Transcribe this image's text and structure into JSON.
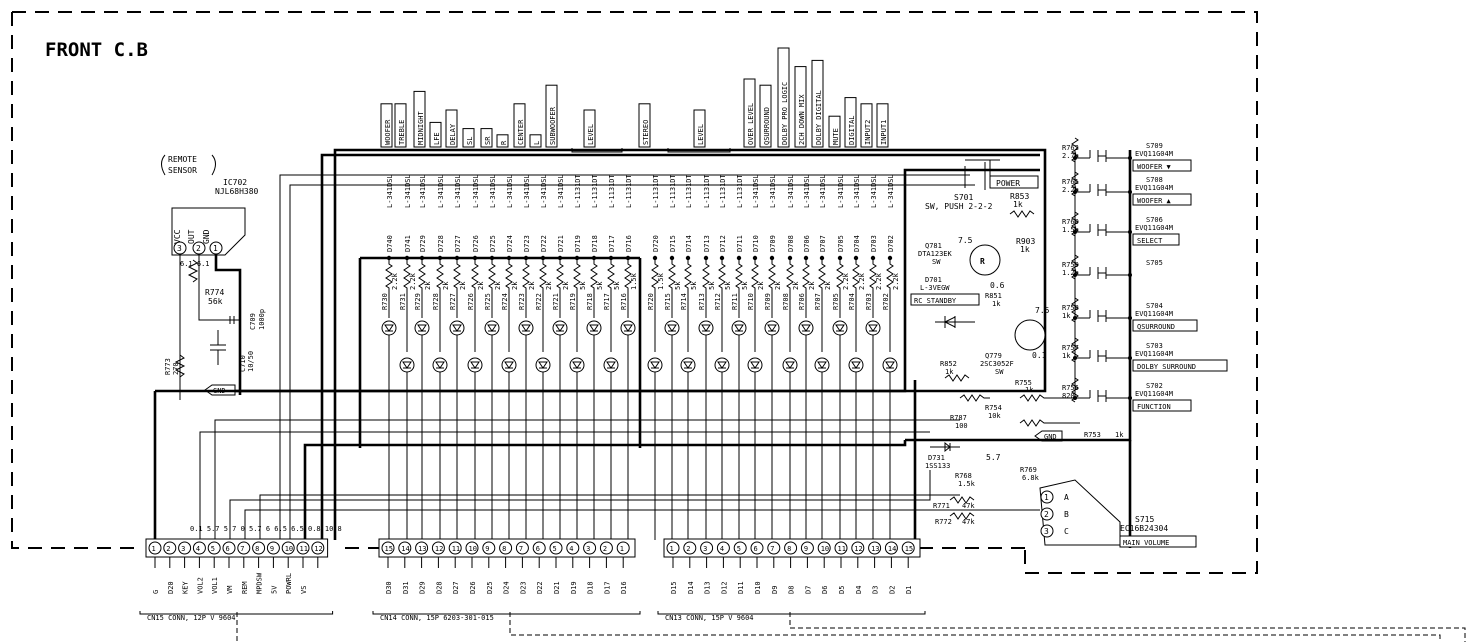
{
  "title": "FRONT   C.B",
  "remote_sensor": {
    "label_line1": "REMOTE",
    "label_line2": "SENSOR",
    "ic_ref": "IC702",
    "ic_part": "NJL68H380",
    "pins": [
      "VCC",
      "OUT",
      "GND"
    ],
    "pin_numbers": [
      "3",
      "2",
      "1"
    ],
    "pin_volts": "6.1 6.1"
  },
  "components": {
    "r774": {
      "ref": "R774",
      "value": "56k"
    },
    "c709": {
      "ref": "C709",
      "value": "1000p"
    },
    "c710": {
      "ref": "C710",
      "value": "10/50"
    },
    "r773": {
      "ref": "R773",
      "value": "270"
    },
    "r853": {
      "ref": "R853",
      "value": "1k"
    },
    "r903": {
      "ref": "R903",
      "value": "1k"
    },
    "r851": {
      "ref": "R851",
      "value": "1k"
    },
    "r852": {
      "ref": "R852",
      "value": "1k"
    },
    "r755": {
      "ref": "R755",
      "value": "1k"
    },
    "r787": {
      "ref": "R787",
      "value": "100"
    },
    "r754": {
      "ref": "R754",
      "value": "10k"
    },
    "r753": {
      "ref": "R753",
      "value": "1k"
    },
    "r768": {
      "ref": "R768",
      "value": "1.5k"
    },
    "r769": {
      "ref": "R769",
      "value": "6.8k"
    },
    "r771": {
      "ref": "R771",
      "value": "47k"
    },
    "r772": {
      "ref": "R772",
      "value": "47k"
    },
    "q781": {
      "ref": "Q781",
      "part": "DTA123EK",
      "note": "SW",
      "v_e": "7.5",
      "v_b": "0.6"
    },
    "q779": {
      "ref": "Q779",
      "part": "2SC3052F",
      "note": "SW",
      "v_c": "7.5",
      "v_e": "0.1"
    },
    "d701": {
      "ref": "D701",
      "part": "L-3VEGW"
    },
    "d731": {
      "ref": "D731",
      "part": "1SS133"
    },
    "s701": {
      "ref": "S701",
      "part": "SW, PUSH 2-2-2",
      "label": "POWER"
    },
    "rc_standby": "RC STANDBY",
    "v57": "5.7",
    "s715": {
      "ref": "S715",
      "part": "EC16B24304",
      "label": "MAIN VOLUME",
      "pins": [
        "A",
        "B",
        "C"
      ]
    }
  },
  "labels_top": [
    "WOOFER",
    "TREBLE",
    "MIDNIGHT",
    "LFE",
    "DELAY",
    "SL",
    "SR",
    "R",
    "CENTER",
    "L",
    "SUBWOOFER",
    "LEVEL",
    "STEREO",
    "LEVEL",
    "OVER LEVEL",
    "QSURROUND",
    "DOLBY PRO LOGIC",
    "2CH DOWN MIX",
    "DOLBY DIGITAL",
    "MUTE",
    "DIGITAL",
    "INPUT2",
    "INPUT1"
  ],
  "leds": [
    {
      "ref": "D740",
      "part": "L-341DSL",
      "r": "R730",
      "rv": "2.2k"
    },
    {
      "ref": "D741",
      "part": "L-341DSL",
      "r": "R731",
      "rv": "2.2k"
    },
    {
      "ref": "D729",
      "part": "L-341DSL",
      "r": "R729",
      "rv": "2k"
    },
    {
      "ref": "D728",
      "part": "L-341DSL",
      "r": "R728",
      "rv": "2k"
    },
    {
      "ref": "D727",
      "part": "L-341DSL",
      "r": "R727",
      "rv": "2k"
    },
    {
      "ref": "D726",
      "part": "L-341DSL",
      "r": "R726",
      "rv": "2k"
    },
    {
      "ref": "D725",
      "part": "L-341DSL",
      "r": "R725",
      "rv": "2k"
    },
    {
      "ref": "D724",
      "part": "L-341DSL",
      "r": "R724",
      "rv": "2k"
    },
    {
      "ref": "D723",
      "part": "L-341DSL",
      "r": "R723",
      "rv": "2k"
    },
    {
      "ref": "D722",
      "part": "L-341DSL",
      "r": "R722",
      "rv": "2k"
    },
    {
      "ref": "D721",
      "part": "L-341DSL",
      "r": "R721",
      "rv": "2k"
    },
    {
      "ref": "D719",
      "part": "L-1131DT",
      "r": "R719",
      "rv": "5k"
    },
    {
      "ref": "D718",
      "part": "L-1131DT",
      "r": "R718",
      "rv": "5k"
    },
    {
      "ref": "D717",
      "part": "L-1131DT",
      "r": "R717",
      "rv": "5k"
    },
    {
      "ref": "D716",
      "part": "L-1131DT",
      "r": "R716",
      "rv": "1.5k"
    },
    {
      "ref": "D720",
      "part": "L-1131DT",
      "r": "R720",
      "rv": "1.5k"
    },
    {
      "ref": "D715",
      "part": "L-1131DT",
      "r": "R715",
      "rv": "5k"
    },
    {
      "ref": "D714",
      "part": "L-1131DT",
      "r": "R714",
      "rv": "5k"
    },
    {
      "ref": "D713",
      "part": "L-1131DT",
      "r": "R713",
      "rv": "5k"
    },
    {
      "ref": "D712",
      "part": "L-1131DT",
      "r": "R712",
      "rv": "5k"
    },
    {
      "ref": "D711",
      "part": "L-1131DT",
      "r": "R711",
      "rv": "5k"
    },
    {
      "ref": "D710",
      "part": "L-341DSL",
      "r": "R710",
      "rv": "2k"
    },
    {
      "ref": "D709",
      "part": "L-341DSL",
      "r": "R709",
      "rv": "2k"
    },
    {
      "ref": "D708",
      "part": "L-341DSL",
      "r": "R708",
      "rv": "2k"
    },
    {
      "ref": "D706",
      "part": "L-341DSL",
      "r": "R706",
      "rv": "2k"
    },
    {
      "ref": "D707",
      "part": "L-341DSL",
      "r": "R707",
      "rv": "2k"
    },
    {
      "ref": "D705",
      "part": "L-341DSL",
      "r": "R705",
      "rv": "2.2k"
    },
    {
      "ref": "D704",
      "part": "L-341DSL",
      "r": "R704",
      "rv": "2.2k"
    },
    {
      "ref": "D703",
      "part": "L-341DSL",
      "r": "R703",
      "rv": "2.2k"
    },
    {
      "ref": "D702",
      "part": "L-341DSL",
      "r": "R702",
      "rv": "2.2k"
    }
  ],
  "switches": [
    {
      "ref": "S709",
      "part": "EVQ11G04M",
      "label": "WOOFER ▼",
      "r": "R762",
      "rv": "2.7k"
    },
    {
      "ref": "S708",
      "part": "EVQ11G04M",
      "label": "WOOFER ▲",
      "r": "R761",
      "rv": "2.2k"
    },
    {
      "ref": "S706",
      "part": "EVQ11G04M",
      "label": "SELECT",
      "r": "R760",
      "rv": "1.5k"
    },
    {
      "ref": "S705",
      "part": "",
      "label": "",
      "r": "R759",
      "rv": "1.2k"
    },
    {
      "ref": "S704",
      "part": "EVQ11G04M",
      "label": "QSURROUND",
      "r": "R758",
      "rv": "1k"
    },
    {
      "ref": "S703",
      "part": "EVQ11G04M",
      "label": "DOLBY SURROUND",
      "r": "R757",
      "rv": "1k"
    },
    {
      "ref": "S702",
      "part": "EVQ11G04M",
      "label": "FUNCTION",
      "r": "R756",
      "rv": "820"
    }
  ],
  "gnd_label": "GND",
  "cn15": {
    "title": "CN15 CONN, 12P V 9604",
    "pins": [
      "1",
      "2",
      "3",
      "4",
      "5",
      "6",
      "7",
      "8",
      "9",
      "10",
      "11",
      "12"
    ],
    "signals": [
      "G",
      "D20",
      "KEY",
      "VOL2",
      "VOL1",
      "VM",
      "REM",
      "MPDSW",
      "5V",
      "POWRL",
      "VS",
      ""
    ],
    "volts": "0.1 5.7 5.7 0 5.7 6 6.5 6.5 0.8 10.8"
  },
  "cn14": {
    "title": "CN14 CONN, 15P 6203-301-015",
    "pins": [
      "15",
      "14",
      "13",
      "12",
      "11",
      "10",
      "9",
      "8",
      "7",
      "6",
      "5",
      "4",
      "3",
      "2",
      "1"
    ],
    "signals": [
      "D30",
      "D31",
      "D29",
      "D28",
      "D27",
      "D26",
      "D25",
      "D24",
      "D23",
      "D22",
      "D21",
      "D19",
      "D18",
      "D17",
      "D16"
    ]
  },
  "cn13": {
    "title": "CN13 CONN, 15P V 9604",
    "pins": [
      "1",
      "2",
      "3",
      "4",
      "5",
      "6",
      "7",
      "8",
      "9",
      "10",
      "11",
      "12",
      "13",
      "14",
      "15"
    ],
    "signals": [
      "D15",
      "D14",
      "D13",
      "D12",
      "D11",
      "D10",
      "D9",
      "D8",
      "D7",
      "D6",
      "D5",
      "D4",
      "D3",
      "D2",
      "D1"
    ]
  }
}
